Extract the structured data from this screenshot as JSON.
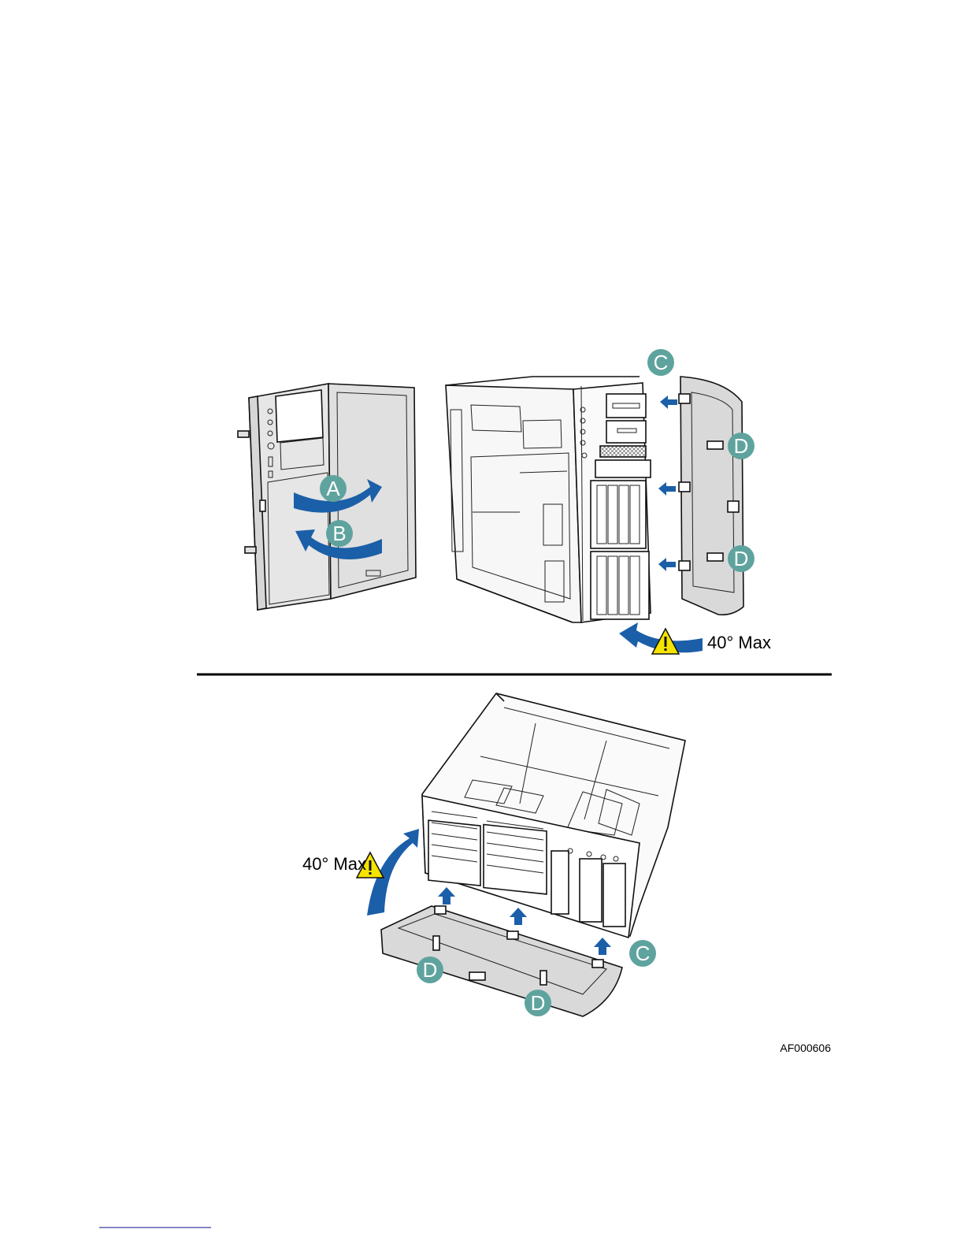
{
  "figure": {
    "id_label": "AF000606",
    "callouts": {
      "a": "A",
      "b": "B",
      "c_top": "C",
      "d_top1": "D",
      "d_top2": "D",
      "c_bottom": "C",
      "d_bottom1": "D",
      "d_bottom2": "D"
    },
    "angle_top": "40° Max",
    "angle_bottom": "40° Max"
  },
  "colors": {
    "arrow_blue": "#1b5fa8",
    "callout_teal": "#5fa39e",
    "warning_yellow": "#f5e400",
    "panel_gray": "#d9d9d9"
  }
}
